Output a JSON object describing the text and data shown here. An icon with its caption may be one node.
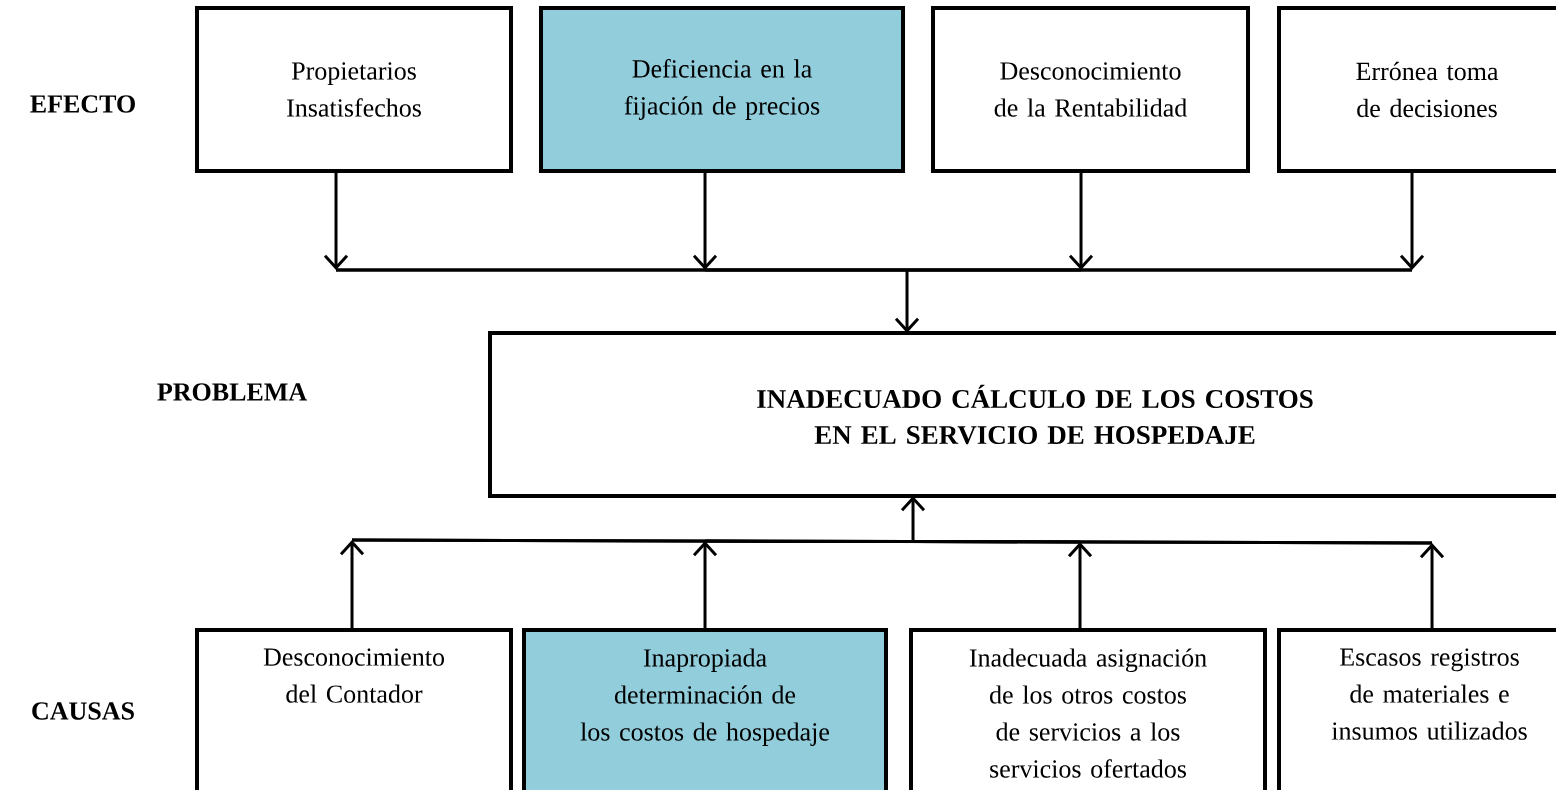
{
  "diagram": {
    "nodes": [
      {
        "text": [
          "Propietarios Insatisfechos"
        ]
      },
      {
        "text": [
          "Deficiencia en la fijación de precios"
        ]
      },
      {
        "text": [
          "Desconocimiento de la Rentabilidad"
        ]
      },
      {
        "text": [
          "Errónea toma de decisiones"
        ]
      },
      {
        "text": [
          "INADECUADO CÁLCULO DE LOS COSTOS EN EL SERVICIO DE HOSPEDAJE"
        ]
      },
      {
        "text": [
          "Desconocimiento del Contador"
        ]
      },
      {
        "text": [
          "Inapropiada determinación de los costos de hospedaje"
        ]
      },
      {
        "text": [
          "Inadecuada asignación de los otros costos de servicios a los servicios ofertados"
        ]
      },
      {
        "text": [
          "Escasos registros de materiales e insumos utilizados"
        ]
      }
    ],
    "edges": [
      {
        "from": 0,
        "to": 4,
        "arrow": "to"
      },
      {
        "from": 1,
        "to": 4,
        "arrow": "to"
      },
      {
        "from": 2,
        "to": 4,
        "arrow": "to"
      },
      {
        "from": 3,
        "to": 4,
        "arrow": "to"
      },
      {
        "from": 5,
        "to": 4,
        "arrow": "to"
      },
      {
        "from": 6,
        "to": 4,
        "arrow": "to"
      },
      {
        "from": 7,
        "to": 4,
        "arrow": "to"
      },
      {
        "from": 8,
        "to": 4,
        "arrow": "to"
      }
    ],
    "labels": [
      "EFECTO",
      "PROBLEMA",
      "CAUSAS"
    ]
  }
}
